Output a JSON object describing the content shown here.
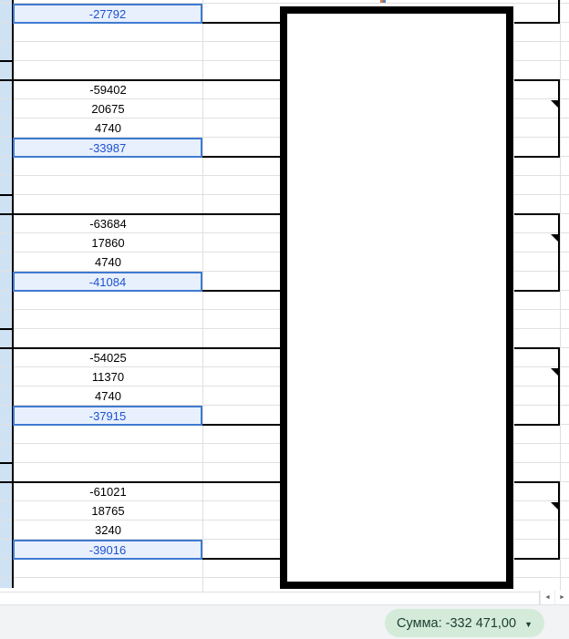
{
  "colors": {
    "gridline": "#e0e0e0",
    "strip_bg": "#cfe2f3",
    "highlight_bg": "#e8f0fe",
    "highlight_border": "#3f7ad0",
    "highlight_text": "#1d52cf",
    "status_bar_bg": "#f1f3f4",
    "badge_bg": "#d4ebda",
    "badge_text": "#1d4030",
    "sliver_left": "#e0793c",
    "sliver_right": "#4b84c4"
  },
  "sheet": {
    "cells": [
      {
        "row": 0,
        "value": "-27792",
        "highlight": true
      },
      {
        "row": 4,
        "value": "-59402",
        "highlight": false
      },
      {
        "row": 5,
        "value": "20675",
        "highlight": false
      },
      {
        "row": 6,
        "value": "4740",
        "highlight": false
      },
      {
        "row": 7,
        "value": "-33987",
        "highlight": true
      },
      {
        "row": 11,
        "value": "-63684",
        "highlight": false
      },
      {
        "row": 12,
        "value": "17860",
        "highlight": false
      },
      {
        "row": 13,
        "value": "4740",
        "highlight": false
      },
      {
        "row": 14,
        "value": "-41084",
        "highlight": true
      },
      {
        "row": 18,
        "value": "-54025",
        "highlight": false
      },
      {
        "row": 19,
        "value": "11370",
        "highlight": false
      },
      {
        "row": 20,
        "value": "4740",
        "highlight": false
      },
      {
        "row": 21,
        "value": "-37915",
        "highlight": true
      },
      {
        "row": 25,
        "value": "-61021",
        "highlight": false
      },
      {
        "row": 26,
        "value": "18765",
        "highlight": false
      },
      {
        "row": 27,
        "value": "3240",
        "highlight": false
      },
      {
        "row": 28,
        "value": "-39016",
        "highlight": true
      }
    ],
    "note_rows": [
      5,
      12,
      19,
      26
    ]
  },
  "scrollbar": {
    "left_arrow": "◄",
    "right_arrow": "►"
  },
  "status_bar": {
    "sum_label": "Сумма: -332 471,00",
    "caret": "▼"
  }
}
